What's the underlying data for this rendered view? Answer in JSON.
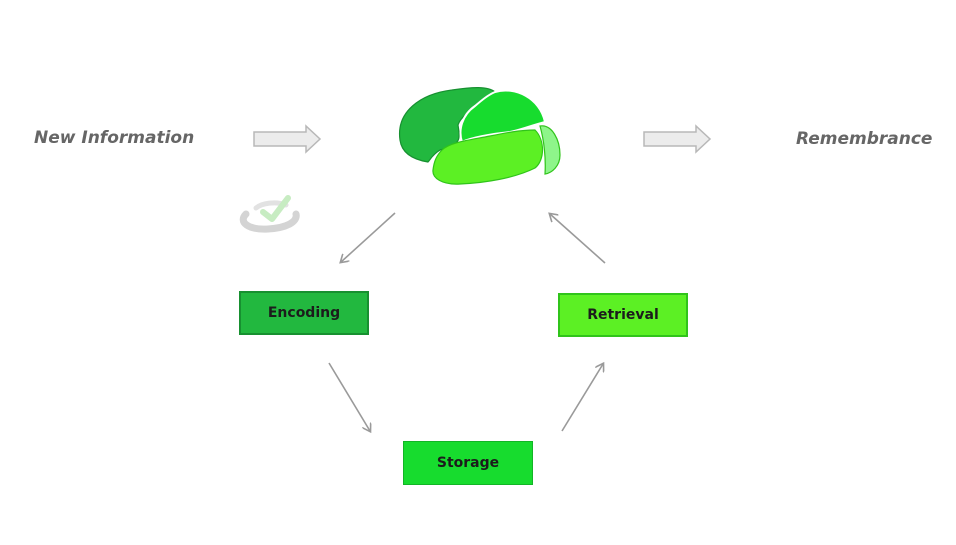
{
  "labels": {
    "input": "New Information",
    "output": "Remembrance"
  },
  "stages": {
    "encoding": "Encoding",
    "storage": "Storage",
    "retrieval": "Retrieval"
  },
  "colors": {
    "encoding_fill": "#22b83f",
    "storage_fill": "#17dc2e",
    "retrieval_fill": "#5cf024",
    "brain_frontal": "#22b83f",
    "brain_parietal": "#17dc2e",
    "brain_temporal": "#5cf024",
    "brain_occipital": "#8ef58a",
    "arrow_gray": "#9a9a9a",
    "label_gray": "#666666"
  },
  "icons": {
    "brain": "brain-icon",
    "refresh": "refresh-check-icon"
  }
}
